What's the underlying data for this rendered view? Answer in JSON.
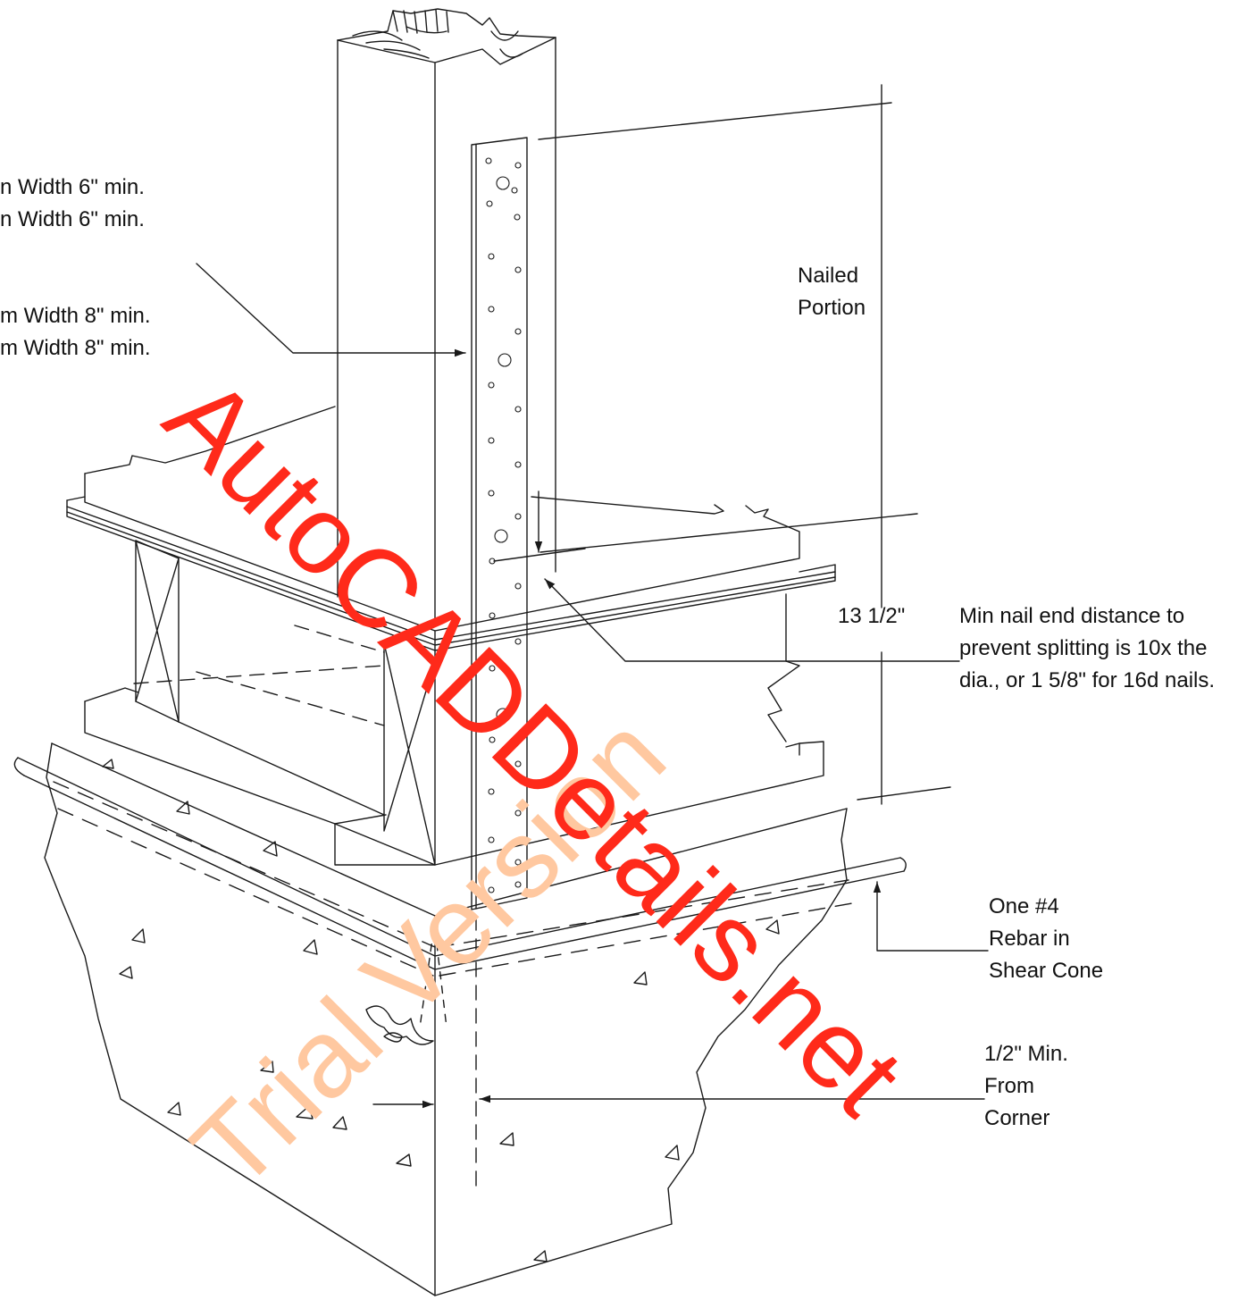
{
  "labels": {
    "strap_width_1": "n Width 6\" min.",
    "strap_width_2": "n Width 6\" min.",
    "strap_width_3": "m Width 8\" min.",
    "strap_width_4": "m Width 8\" min.",
    "nailed_line1": "Nailed",
    "nailed_line2": "Portion",
    "dim_13_5": "13 1/2\"",
    "nail_note_line1": "Min nail end distance to",
    "nail_note_line2": "prevent splitting is 10x the",
    "nail_note_line3": "dia., or 1 5/8\" for 16d nails.",
    "rebar_line1": "One #4",
    "rebar_line2": "Rebar in",
    "rebar_line3": "Shear Cone",
    "corner_line1": "1/2\" Min.",
    "corner_line2": "From",
    "corner_line3": "Corner"
  },
  "watermarks": {
    "site": "AutoCADDetails.net",
    "trial": "Trial Version",
    "site_color": "#ff2a1a",
    "trial_color": "#ffc8a0"
  },
  "colors": {
    "line": "#1a1a1a",
    "background": "#ffffff"
  }
}
